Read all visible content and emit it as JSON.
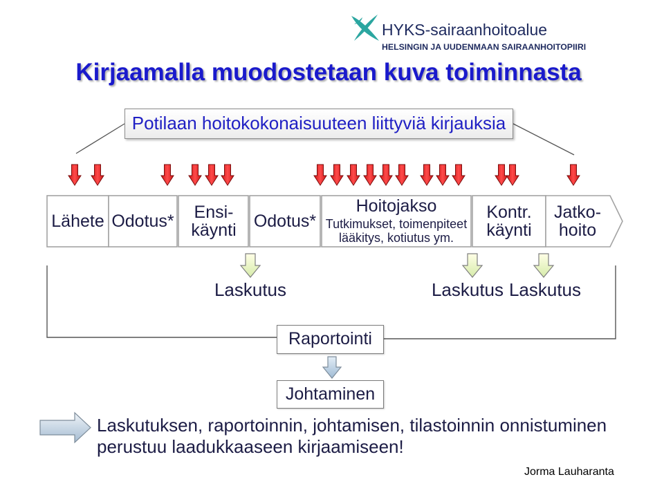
{
  "header": {
    "logo_icon": "hyks-cross-logo-icon",
    "logo_name": "HYKS-sairaanhoitoalue",
    "logo_subtitle": "HELSINGIN JA UUDENMAAN SAIRAANHOITOPIIRI"
  },
  "title": "Kirjaamalla muodostetaan kuva toiminnasta",
  "records_box": {
    "label": "Potilaan hoitokokonaisuuteen liittyviä kirjauksia",
    "marker_icon": "red-down-arrow-icon"
  },
  "process_steps": [
    {
      "lines": [
        "Lähete"
      ]
    },
    {
      "lines": [
        "Odotus*"
      ]
    },
    {
      "lines": [
        "Ensi-",
        "käynti"
      ]
    },
    {
      "lines": [
        "Odotus*"
      ]
    },
    {
      "title": "Hoitojakso",
      "lines": [
        "Tutkimukset, toimenpiteet",
        "lääkitys, kotiutus ym."
      ]
    },
    {
      "lines": [
        "Kontr.",
        "käynti"
      ]
    },
    {
      "lines": [
        "Jatko-",
        "hoito"
      ]
    }
  ],
  "billing": {
    "labels": [
      "Laskutus",
      "Laskutus",
      "Laskutus"
    ],
    "arrow_icon": "yellow-down-arrow-icon"
  },
  "reporting": "Raportointi",
  "management": "Johtaminen",
  "flow_arrow_icon": "blue-down-arrow-icon",
  "conclusion": {
    "arrow_icon": "right-arrow-icon",
    "lines": [
      "Laskutuksen, raportoinnin, johtamisen, tilastoinnin onnistuminen",
      "perustuu laadukkaaseen kirjaamiseen!"
    ]
  },
  "author": "Jorma Lauharanta",
  "colors": {
    "title": "#1a1acc",
    "box_text": "#2020c4",
    "text": "#1c1c45",
    "logo": "#2ba6a0",
    "logo_text": "#1e2a5e",
    "record_marker": "#ff3b3b",
    "billing_arrow": "#f3f8c8",
    "flow_arrow": "#b8cde0",
    "outline": "#9a9a9a"
  }
}
